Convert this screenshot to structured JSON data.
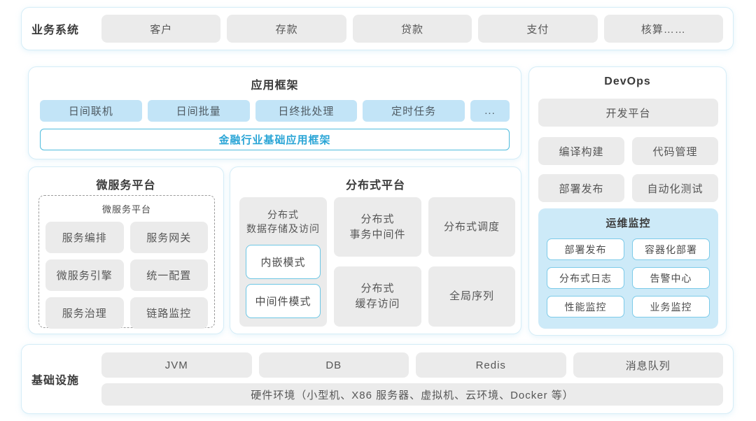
{
  "colors": {
    "container_border": "#d5edf7",
    "box_gray": "#ebebeb",
    "box_blue": "#c2e4f7",
    "panel_blue": "#cdeaf8",
    "outline_blue": "#7dcbe9",
    "accent_border": "#4fbcdd",
    "accent_text": "#2aa5d6",
    "text": "#565656",
    "title_text": "#3a3a3a"
  },
  "business_row": {
    "label": "业务系统",
    "items": [
      "客户",
      "存款",
      "贷款",
      "支付",
      "核算……"
    ]
  },
  "app_framework": {
    "title": "应用框架",
    "items": [
      "日间联机",
      "日间批量",
      "日终批处理",
      "定时任务",
      "..."
    ],
    "base_box": "金融行业基础应用框架"
  },
  "microservice": {
    "title": "微服务平台",
    "inner_title": "微服务平台",
    "items": [
      "服务编排",
      "服务网关",
      "微服务引擎",
      "统一配置",
      "服务治理",
      "链路监控"
    ]
  },
  "distributed": {
    "title": "分布式平台",
    "storage": {
      "label_line1": "分布式",
      "label_line2": "数据存储及访问",
      "modes": [
        "内嵌模式",
        "中间件模式"
      ]
    },
    "cells": {
      "transaction_line1": "分布式",
      "transaction_line2": "事务中间件",
      "scheduling": "分布式调度",
      "cache_line1": "分布式",
      "cache_line2": "缓存访问",
      "sequence": "全局序列"
    }
  },
  "devops": {
    "title": "DevOps",
    "platform": "开发平台",
    "items": [
      "编译构建",
      "代码管理",
      "部署发布",
      "自动化测试"
    ],
    "monitor": {
      "title": "运维监控",
      "items": [
        "部署发布",
        "容器化部署",
        "分布式日志",
        "告警中心",
        "性能监控",
        "业务监控"
      ]
    }
  },
  "infrastructure": {
    "label": "基础设施",
    "items": [
      "JVM",
      "DB",
      "Redis",
      "消息队列"
    ],
    "hardware": "硬件环境（小型机、X86 服务器、虚拟机、云环境、Docker 等）"
  }
}
